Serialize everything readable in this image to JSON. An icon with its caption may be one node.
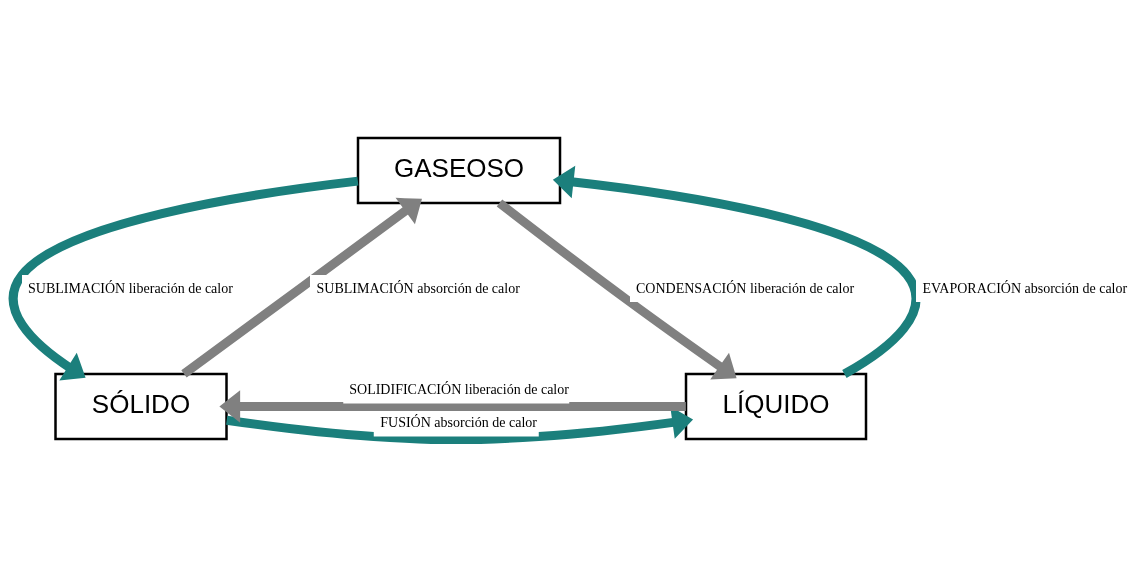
{
  "diagram": {
    "nodes": [
      {
        "text": [
          "GASEOSO"
        ]
      },
      {
        "text": [
          "SÓLIDO"
        ]
      },
      {
        "text": [
          "LÍQUIDO"
        ]
      }
    ],
    "edges": [
      {
        "from": 1,
        "to": 0,
        "arrow": "to",
        "label": "SUBLIMACIÓN absorción de calor",
        "color": "#808080"
      },
      {
        "from": 0,
        "to": 1,
        "arrow": "to",
        "label": "SUBLIMACIÓN liberación de calor",
        "color": "#1b7f7c"
      },
      {
        "from": 0,
        "to": 2,
        "arrow": "to",
        "label": "CONDENSACIÓN liberación de calor",
        "color": "#808080"
      },
      {
        "from": 2,
        "to": 0,
        "arrow": "to",
        "label": "EVAPORACIÓN absorción de calor",
        "color": "#1b7f7c"
      },
      {
        "from": 2,
        "to": 1,
        "arrow": "to",
        "label": "SOLIDIFICACIÓN liberación de calor",
        "color": "#808080"
      },
      {
        "from": 1,
        "to": 2,
        "arrow": "to",
        "label": "FUSIÓN absorción de calor",
        "color": "#1b7f7c"
      }
    ]
  }
}
